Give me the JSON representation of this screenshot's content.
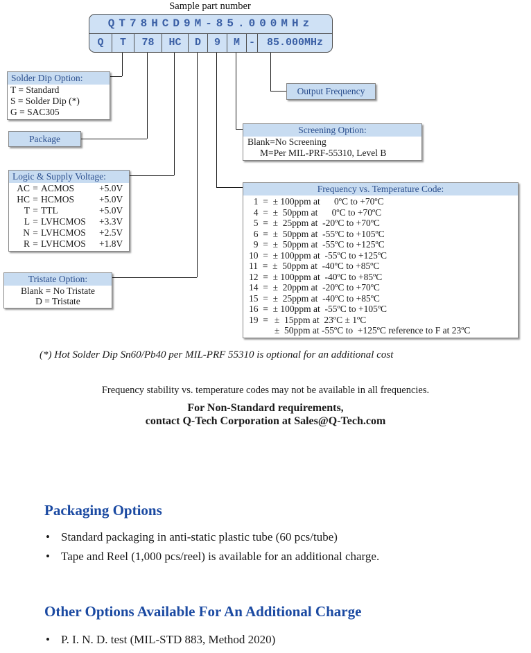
{
  "colors": {
    "box_fill": "#cfe1f5",
    "bar_fill": "#c8dcf1",
    "diagram_blue": "#2b4f8e",
    "part_number_blue": "#3a5fa5",
    "heading_blue": "#1b4aa2",
    "line_color": "#1a1a1a"
  },
  "bullet": "•",
  "diagram": {
    "title": "Sample part number",
    "part_number": "QT78HCD9M-85.000MHz",
    "segments": [
      "Q",
      "T",
      "78",
      "HC",
      "D",
      "9",
      "M",
      "-",
      "85.000MHz"
    ],
    "eq": "=",
    "solder_dip": {
      "title": "Solder Dip Option:",
      "lines": [
        "T = Standard",
        "S = Solder Dip (*)",
        "G = SAC305"
      ]
    },
    "package_label": "Package",
    "output_frequency_label": "Output Frequency",
    "logic_supply": {
      "title": "Logic & Supply Voltage:",
      "rows": [
        {
          "code": "AC",
          "name": "ACMOS",
          "volt": "+5.0V"
        },
        {
          "code": "HC",
          "name": "HCMOS",
          "volt": "+5.0V"
        },
        {
          "code": "T",
          "name": "TTL",
          "volt": "+5.0V"
        },
        {
          "code": "L",
          "name": "LVHCMOS",
          "volt": "+3.3V"
        },
        {
          "code": "N",
          "name": "LVHCMOS",
          "volt": "+2.5V"
        },
        {
          "code": "R",
          "name": "LVHCMOS",
          "volt": "+1.8V"
        }
      ]
    },
    "tristate": {
      "title": "Tristate Option:",
      "lines": [
        "Blank = No Tristate",
        "D = Tristate"
      ]
    },
    "screening": {
      "title": "Screening Option:",
      "lines": [
        "Blank=No Screening",
        "M=Per MIL-PRF-55310, Level B"
      ]
    },
    "freq_temp": {
      "title": "Frequency vs. Temperature Code:",
      "rows": [
        "  1  =  ± 100ppm at      0ºC to +70ºC",
        "  4  =  ±  50ppm at      0ºC to +70ºC",
        "  5  =  ±  25ppm at  -20ºC to +70ºC",
        "  6  =  ±  50ppm at  -55ºC to +105ºC",
        "  9  =  ±  50ppm at  -55ºC to +125ºC",
        "10  =  ± 100ppm at  -55ºC to +125ºC",
        "11  =  ±  50ppm at  -40ºC to +85ºC",
        "12  =  ± 100ppm at  -40ºC to +85ºC",
        "14  =  ±  20ppm at  -20ºC to +70ºC",
        "15  =  ±  25ppm at  -40ºC to +85ºC",
        "16  =  ± 100ppm at  -55ºC to +105ºC"
      ],
      "row19": {
        "prefix": "19  =",
        "line1": "±  15ppm at  23ºC ± 1ºC",
        "line2": "±  50ppm at -55ºC to  +125ºC reference to F at 23ºC"
      }
    }
  },
  "notes": {
    "footnote": "(*)  Hot Solder Dip Sn60/Pb40 per MIL-PRF 55310 is optional for an additional cost",
    "availability": "Frequency stability vs. temperature codes may not be available in all frequencies.",
    "nonstandard_1": "For Non-Standard requirements,",
    "nonstandard_2": "contact Q-Tech Corporation at Sales@Q-Tech.com"
  },
  "sections": {
    "packaging": {
      "heading": "Packaging Options",
      "bullets": [
        "Standard packaging in anti-static plastic tube (60 pcs/tube)",
        "Tape and Reel (1,000  pcs/reel) is available for an additional charge."
      ]
    },
    "other_options": {
      "heading": "Other Options Available For An Additional Charge",
      "bullets": [
        "P. I. N. D. test (MIL-STD 883, Method 2020)"
      ]
    }
  }
}
